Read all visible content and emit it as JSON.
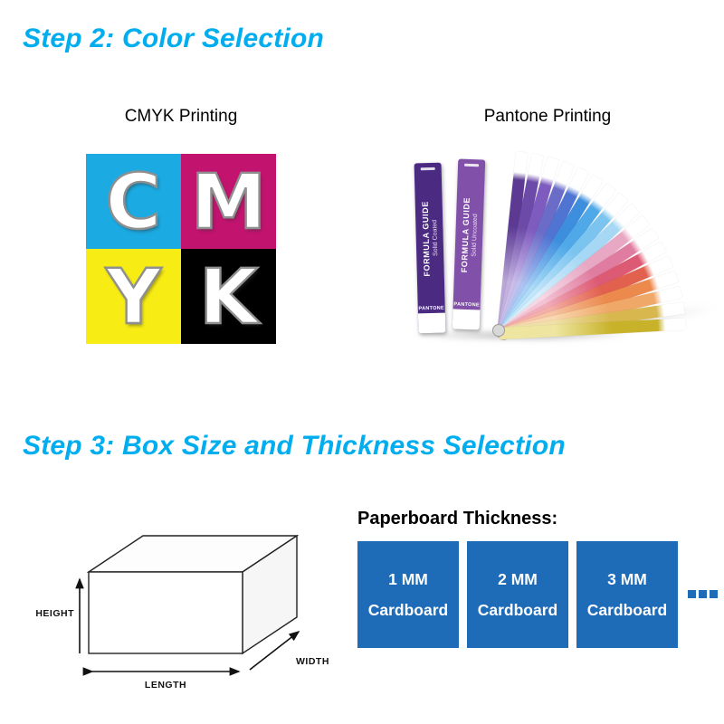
{
  "page": {
    "background": "#FFFFFF",
    "accent_color": "#00AEEF"
  },
  "step2": {
    "title": "Step 2: Color Selection",
    "cmyk": {
      "label": "CMYK Printing",
      "cells": [
        {
          "letter": "C",
          "bg": "#1BAAE2"
        },
        {
          "letter": "M",
          "bg": "#C2136F"
        },
        {
          "letter": "Y",
          "bg": "#F7EC13"
        },
        {
          "letter": "K",
          "bg": "#000000"
        }
      ]
    },
    "pantone": {
      "label": "Pantone Printing",
      "guides": [
        {
          "title": "FORMULA GUIDE",
          "subtitle": "Solid Coated",
          "brand": "PANTONE",
          "cover": "#4B2B82"
        },
        {
          "title": "FORMULA GUIDE",
          "subtitle": "Solid Uncoated",
          "brand": "PANTONE",
          "cover": "#8150A8"
        }
      ],
      "fan_colors": [
        {
          "light": "#B9A6D6",
          "strong": "#5C3A94"
        },
        {
          "light": "#C3B2E0",
          "strong": "#6C4AA8"
        },
        {
          "light": "#CBBCEA",
          "strong": "#7E5BBE"
        },
        {
          "light": "#C0C2EE",
          "strong": "#6A6CC8"
        },
        {
          "light": "#AFC3F2",
          "strong": "#4F74D2"
        },
        {
          "light": "#A8CFF5",
          "strong": "#3E8EDE"
        },
        {
          "light": "#AEDCF7",
          "strong": "#4FA8E8"
        },
        {
          "light": "#C2E6FA",
          "strong": "#7CC4F0"
        },
        {
          "light": "#D9EEFB",
          "strong": "#A6D8F5"
        },
        {
          "light": "#F6D8E4",
          "strong": "#E8A8C4"
        },
        {
          "light": "#F4C2D2",
          "strong": "#E07CA0"
        },
        {
          "light": "#F2ABB8",
          "strong": "#DD5A74"
        },
        {
          "light": "#F4B0A8",
          "strong": "#E2604E"
        },
        {
          "light": "#F6C4A4",
          "strong": "#EC8A4E"
        },
        {
          "light": "#F8D8B0",
          "strong": "#F0A868"
        },
        {
          "light": "#EFE0A8",
          "strong": "#D8B84E"
        },
        {
          "light": "#EEE6A0",
          "strong": "#C8B22A"
        }
      ]
    }
  },
  "step3": {
    "title": "Step 3: Box Size and Thickness Selection",
    "box_labels": {
      "height": "HEIGHT",
      "length": "LENGTH",
      "width": "WIDTH"
    },
    "thickness": {
      "heading": "Paperboard Thickness:",
      "tile_color": "#1E6BB8",
      "options": [
        {
          "line1": "1 MM",
          "line2": "Cardboard"
        },
        {
          "line1": "2 MM",
          "line2": "Cardboard"
        },
        {
          "line1": "3 MM",
          "line2": "Cardboard"
        }
      ]
    }
  }
}
